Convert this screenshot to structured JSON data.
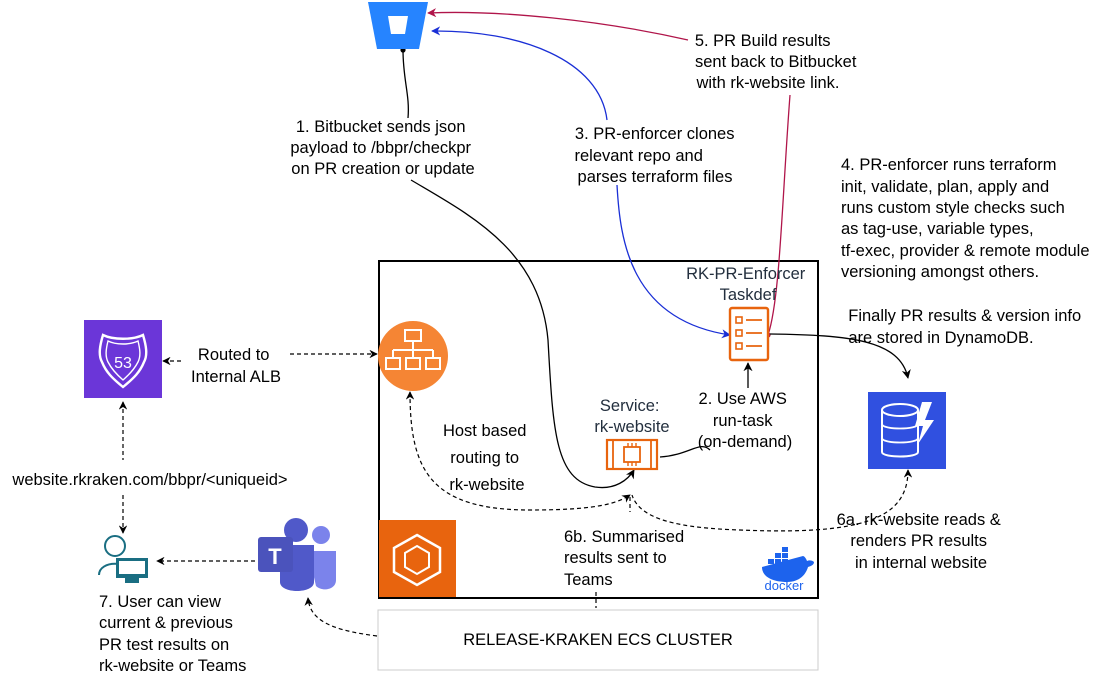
{
  "labels": {
    "step1": [
      "1. Bitbucket sends json",
      "payload to /bbpr/checkpr",
      "on PR creation or update"
    ],
    "step2": [
      "2. Use AWS",
      "run-task",
      "(on-demand)"
    ],
    "step3": [
      "3. PR-enforcer clones",
      "relevant repo and",
      "parses terraform files"
    ],
    "step4": [
      "4. PR-enforcer runs terraform",
      "init, validate, plan, apply and",
      "runs custom style checks such",
      "as tag-use, variable types,",
      "tf-exec, provider & remote module",
      "versioning amongst others."
    ],
    "step4b": [
      "Finally PR results & version info",
      "are stored in DynamoDB."
    ],
    "step5": [
      "5. PR Build results",
      "sent back to Bitbucket",
      "with rk-website link."
    ],
    "step6a": [
      "6a. rk-website reads &",
      "renders PR results",
      "in internal website"
    ],
    "step6b": [
      "6b. Summarised",
      "results sent to",
      "Teams"
    ],
    "step7": [
      "7. User can view",
      "current & previous",
      "PR test results on",
      "rk-website or Teams"
    ],
    "routed": [
      "Routed to",
      "Internal ALB"
    ],
    "host_routing": [
      "Host based",
      "routing to",
      "rk-website"
    ],
    "url": "website.rkraken.com/bbpr/<uniqueid>",
    "taskdef": [
      "RK-PR-Enforcer",
      "Taskdef"
    ],
    "service": [
      "Service:",
      "rk-website"
    ],
    "cluster_name": "RELEASE-KRAKEN ECS CLUSTER",
    "route53_text": "53",
    "docker_text": "docker"
  },
  "colors": {
    "blue_arrow": "#1A2FD6",
    "red_arrow": "#B0154A",
    "alb_orange": "#F58534",
    "ecs_orange": "#E8640E",
    "route53_purple": "#6B36D8",
    "dynamodb_blue": "#3050E0",
    "bitbucket_blue": "#2684FF",
    "teams_purple": "#5059C9",
    "user_teal": "#1A6E82",
    "docker_blue": "#1D63ED"
  }
}
